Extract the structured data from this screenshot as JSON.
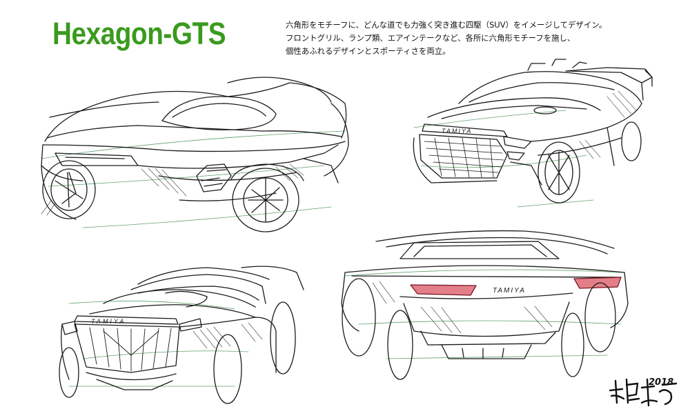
{
  "title": "Hexagon-GTS",
  "colors": {
    "title": "#3a9a1e",
    "ink": "#1a1a1a",
    "guide": "#3a8a4a",
    "taillight": "#d43a4a"
  },
  "description": [
    "六角形をモチーフに、どんな道でも力強く突き進む四駆（SUV）をイメージしてデザイン。",
    "フロントグリル、ランプ類、エアインテークなど、各所に六角形モチーフを施し、",
    "個性あふれるデザインとスポーティさを両立。"
  ],
  "badges": {
    "top_right": "TAMIYA",
    "bottom_left": "TAMIYA",
    "bottom_right": "TAMIYA"
  },
  "signature": {
    "year": "2018"
  }
}
